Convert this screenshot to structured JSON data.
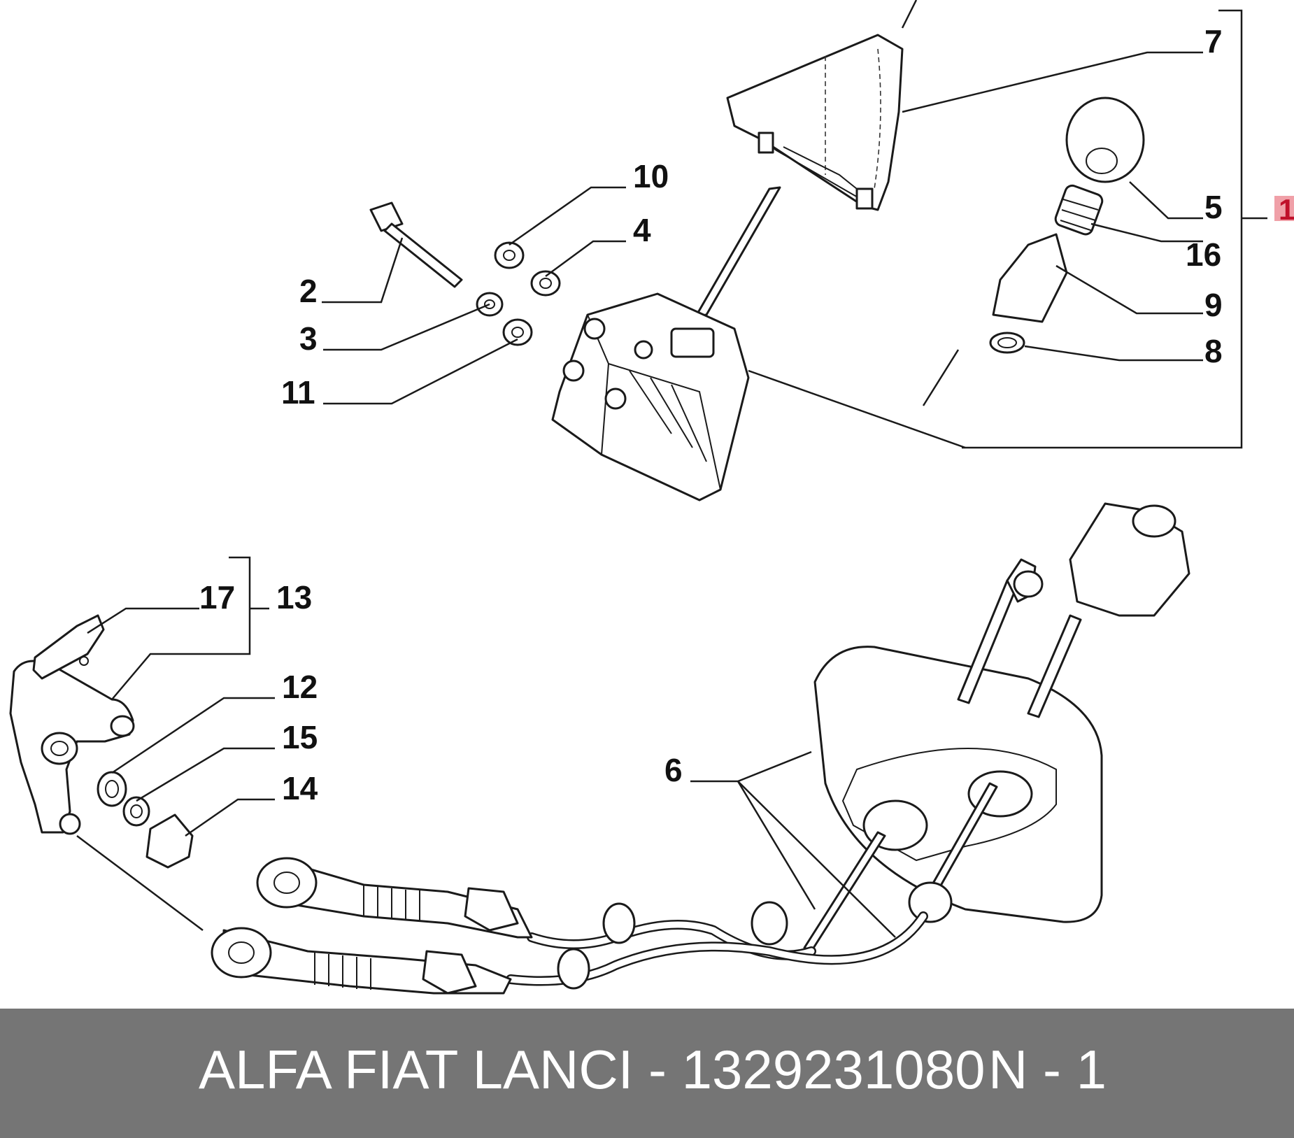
{
  "footer": {
    "part_text": "ALFA FIAT LANCI - 1329231080",
    "page_text": "N - 1"
  },
  "callouts": {
    "c1": "1",
    "c2": "2",
    "c3": "3",
    "c4": "4",
    "c5": "5",
    "c6": "6",
    "c7": "7",
    "c8": "8",
    "c9": "9",
    "c10": "10",
    "c11": "11",
    "c12": "12",
    "c13": "13",
    "c14": "14",
    "c15": "15",
    "c16": "16",
    "c17": "17"
  },
  "colors": {
    "footer_bg": "#757575",
    "marker": "#f0a0a8",
    "marker_text": "#c0102a"
  }
}
